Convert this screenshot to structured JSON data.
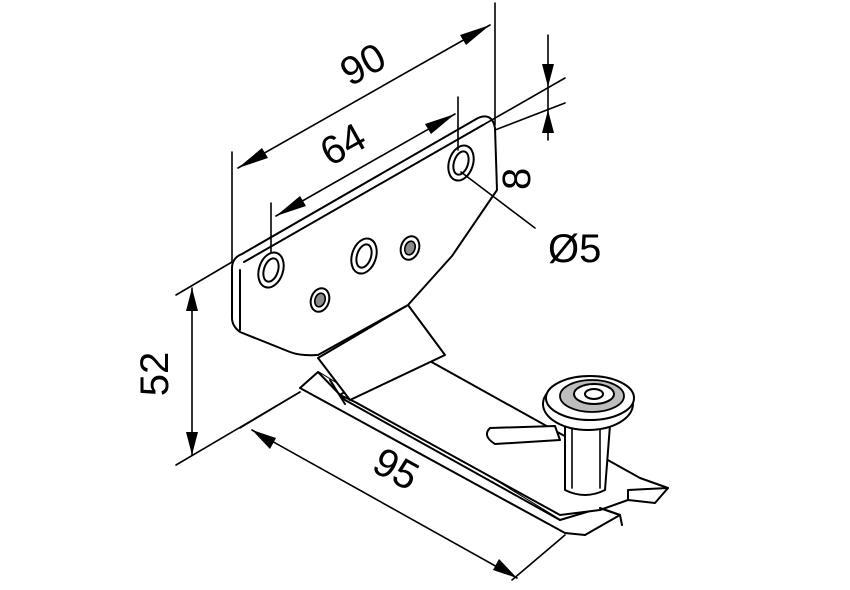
{
  "dimensions": {
    "length_90": "90",
    "length_64": "64",
    "height_52": "52",
    "length_95": "95",
    "thickness_8": "8",
    "hole_diameter": "Ø5"
  }
}
